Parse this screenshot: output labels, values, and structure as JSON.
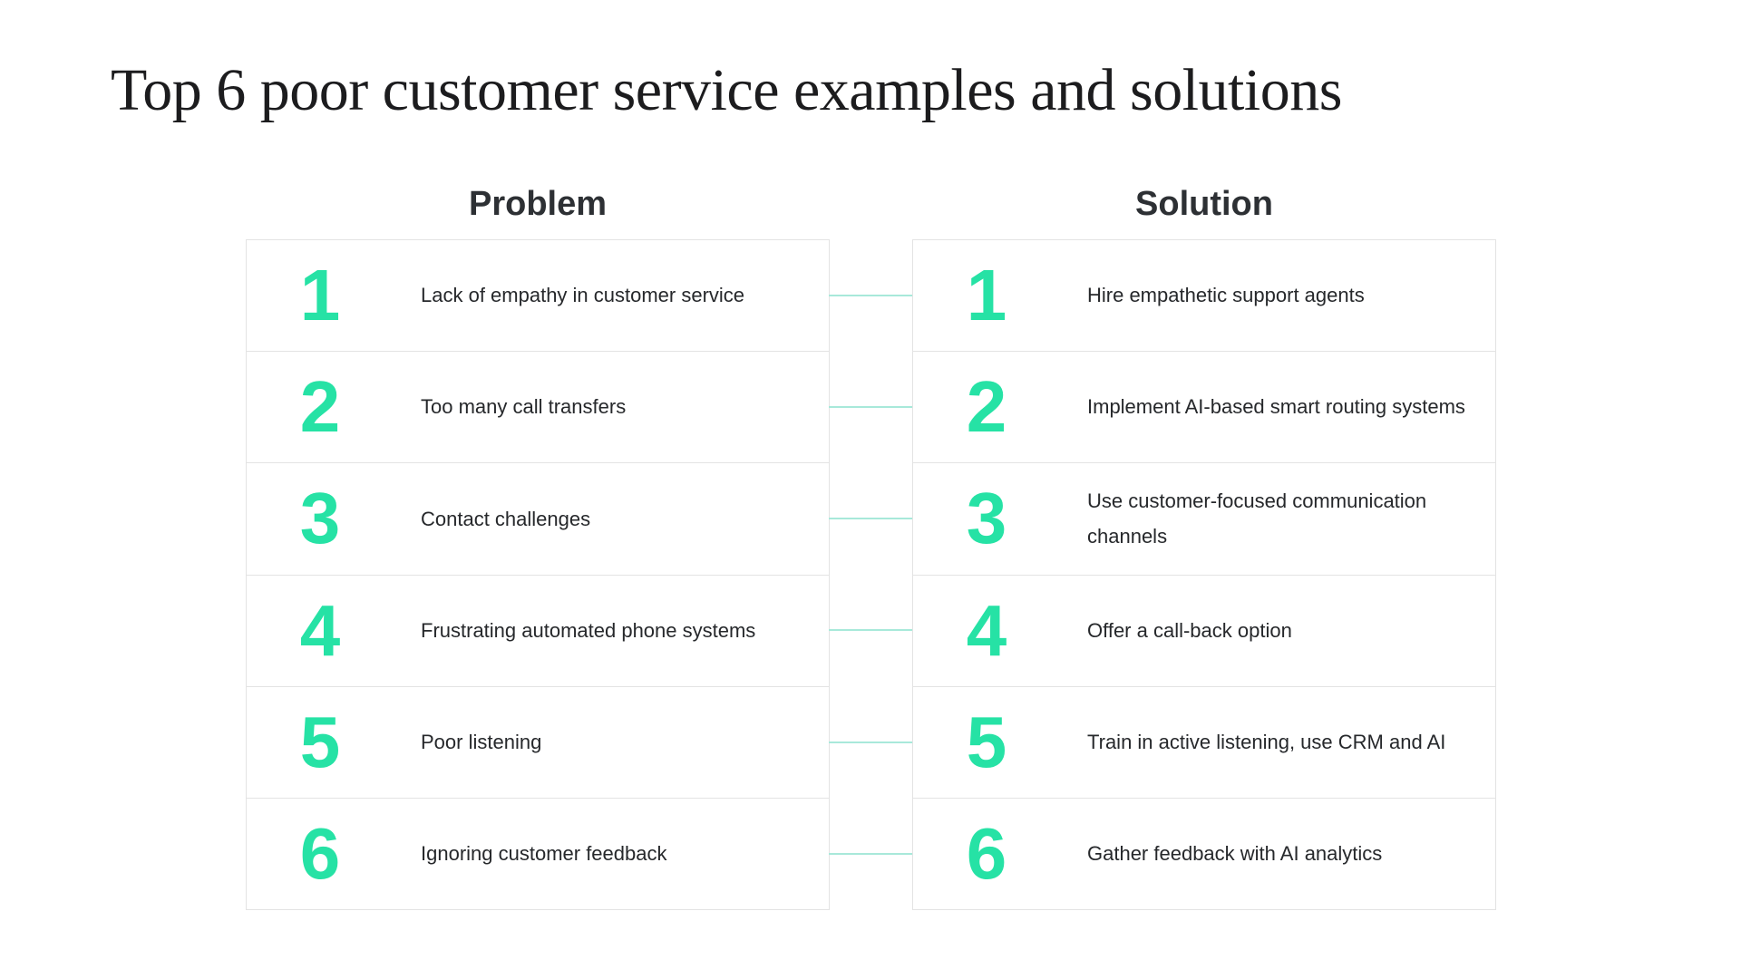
{
  "title": "Top 6 poor customer service examples and solutions",
  "columns": [
    {
      "header": "Problem",
      "rows": [
        {
          "number": "1",
          "text": "Lack of empathy in customer service"
        },
        {
          "number": "2",
          "text": "Too many call transfers"
        },
        {
          "number": "3",
          "text": "Contact challenges"
        },
        {
          "number": "4",
          "text": "Frustrating automated phone systems"
        },
        {
          "number": "5",
          "text": "Poor listening"
        },
        {
          "number": "6",
          "text": "Ignoring customer feedback"
        }
      ]
    },
    {
      "header": "Solution",
      "rows": [
        {
          "number": "1",
          "text": "Hire empathetic support agents"
        },
        {
          "number": "2",
          "text": "Implement AI-based smart routing systems"
        },
        {
          "number": "3",
          "text": "Use customer-focused communication channels"
        },
        {
          "number": "4",
          "text": "Offer a call-back option"
        },
        {
          "number": "5",
          "text": "Train in active listening, use CRM and AI"
        },
        {
          "number": "6",
          "text": "Gather feedback with AI analytics"
        }
      ]
    }
  ],
  "colors": {
    "accent": "#26e2a5",
    "connector": "#a8e9da",
    "border": "#e3e3e3",
    "title_text": "#1c1c1e",
    "heading_text": "#2d3034",
    "body_text": "#26282b",
    "background": "#ffffff"
  }
}
